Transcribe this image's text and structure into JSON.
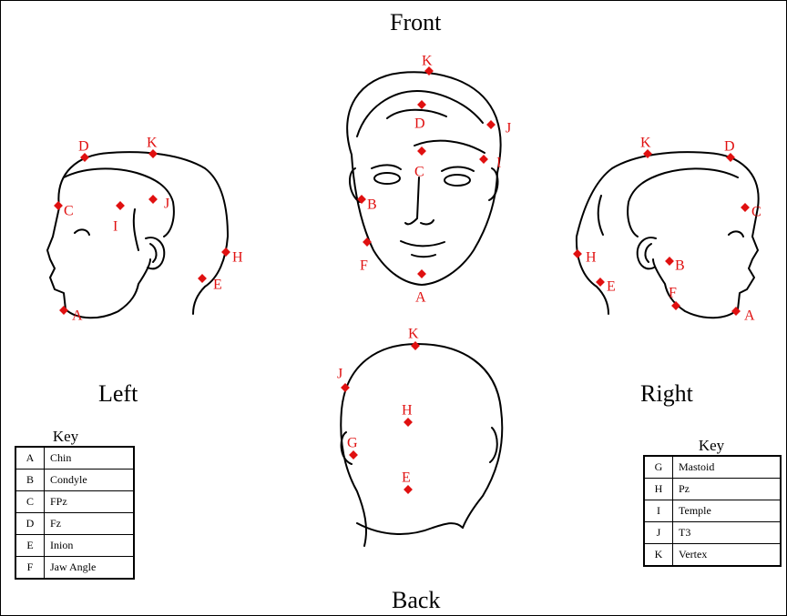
{
  "views": {
    "front": "Front",
    "left": "Left",
    "right": "Right",
    "back": "Back"
  },
  "marker_color": "#e01010",
  "points": {
    "front": [
      "K",
      "D",
      "J",
      "C",
      "I",
      "B",
      "F",
      "A"
    ],
    "left": [
      "D",
      "K",
      "C",
      "J",
      "I",
      "H",
      "E",
      "A"
    ],
    "right": [
      "K",
      "D",
      "C",
      "H",
      "B",
      "E",
      "F",
      "A"
    ],
    "back": [
      "K",
      "J",
      "H",
      "G",
      "E"
    ]
  },
  "key_left": {
    "title": "Key",
    "rows": [
      {
        "letter": "A",
        "name": "Chin"
      },
      {
        "letter": "B",
        "name": "Condyle"
      },
      {
        "letter": "C",
        "name": "FPz"
      },
      {
        "letter": "D",
        "name": "Fz"
      },
      {
        "letter": "E",
        "name": "Inion"
      },
      {
        "letter": "F",
        "name": "Jaw Angle"
      }
    ]
  },
  "key_right": {
    "title": "Key",
    "rows": [
      {
        "letter": "G",
        "name": "Mastoid"
      },
      {
        "letter": "H",
        "name": "Pz"
      },
      {
        "letter": "I",
        "name": "Temple"
      },
      {
        "letter": "J",
        "name": "T3"
      },
      {
        "letter": "K",
        "name": "Vertex"
      }
    ]
  }
}
